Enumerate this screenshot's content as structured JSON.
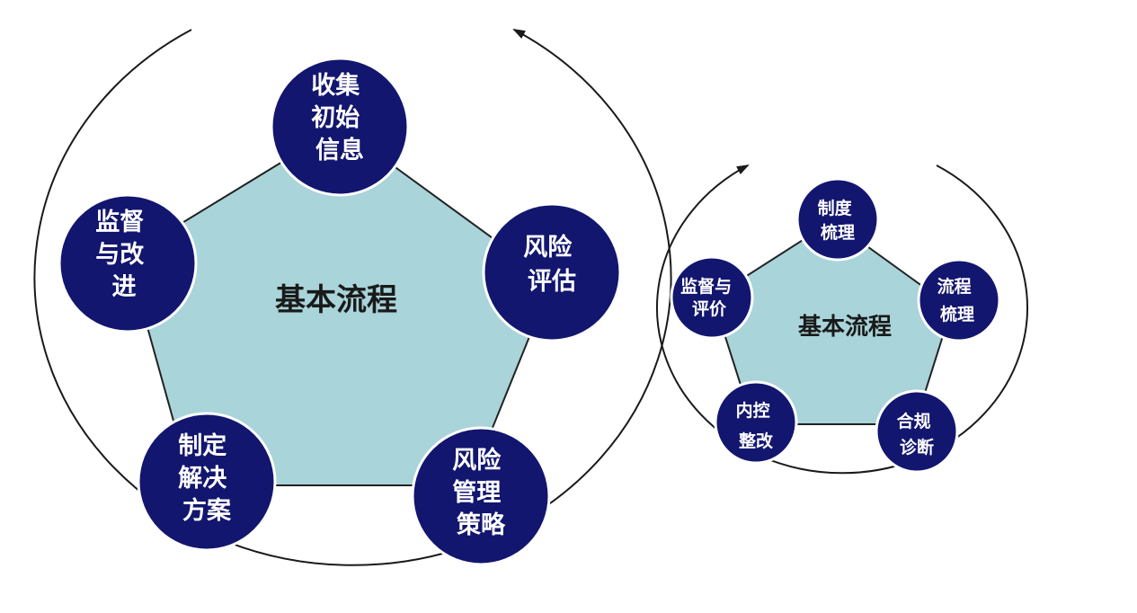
{
  "diagrams": [
    {
      "id": "large",
      "center_label": "基本流程",
      "nodes": [
        {
          "lines": [
            "收集",
            "初始",
            "信息"
          ]
        },
        {
          "lines": [
            "风险",
            "评估"
          ]
        },
        {
          "lines": [
            "风险",
            "管理",
            "策略"
          ]
        },
        {
          "lines": [
            "制定",
            "解决",
            "方案"
          ]
        },
        {
          "lines": [
            "监督",
            "与改",
            "进"
          ]
        }
      ]
    },
    {
      "id": "small",
      "center_label": "基本流程",
      "nodes": [
        {
          "lines": [
            "制度",
            "梳理"
          ]
        },
        {
          "lines": [
            "流程",
            "梳理"
          ]
        },
        {
          "lines": [
            "合规",
            "诊断"
          ]
        },
        {
          "lines": [
            "内控",
            "整改"
          ]
        },
        {
          "lines": [
            "监督与",
            "评价"
          ]
        }
      ]
    }
  ],
  "colors": {
    "node_fill": "#12166e",
    "pentagon_fill": "#a9d4d9",
    "arc_stroke": "#1a1a1a"
  }
}
